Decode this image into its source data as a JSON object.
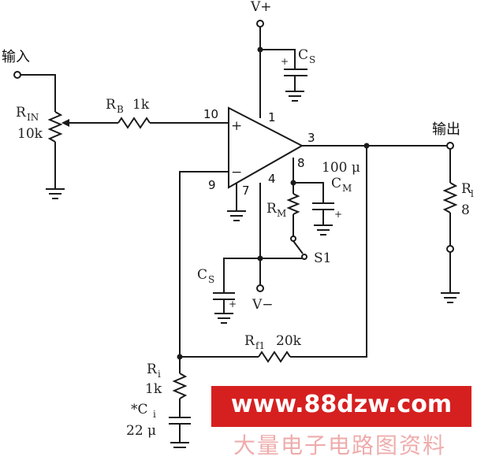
{
  "labels": {
    "vplus": "V+",
    "vminus": "V−",
    "input": "输入",
    "output": "输出",
    "rin_name": "R",
    "rin_sub": "IN",
    "rin_value": "10k",
    "rb_name": "R",
    "rb_sub": "B",
    "rb_value": "1k",
    "cs_top_name": "C",
    "cs_top_sub": "S",
    "cs_bottom_name": "C",
    "cs_bottom_sub": "S",
    "cm_value": "100 μ",
    "cm_name": "C",
    "cm_sub": "M",
    "rm_name": "R",
    "rm_sub": "M",
    "s1": "S1",
    "rl_name": "R",
    "rl_sub": "l",
    "rl_value": "8",
    "rf_name": "R",
    "rf_sub": "f1",
    "rf_value": "20k",
    "ri_name": "R",
    "ri_sub": "i",
    "ri_value": "1k",
    "ci_name": "*C",
    "ci_sub": "i",
    "ci_value": "22 μ",
    "plus_sign": "+",
    "minus_sign": "−",
    "cap_plus": "+"
  },
  "pins": {
    "p1": "1",
    "p3": "3",
    "p4": "4",
    "p7": "7",
    "p8": "8",
    "p9": "9",
    "p10": "10"
  },
  "watermark": {
    "url": "www.88dzw.com",
    "chinese": "大量电子电路图资料"
  },
  "colors": {
    "line": "#1a1a1a",
    "watermark_bg": "#d62020",
    "watermark_text": "#ffffff"
  }
}
